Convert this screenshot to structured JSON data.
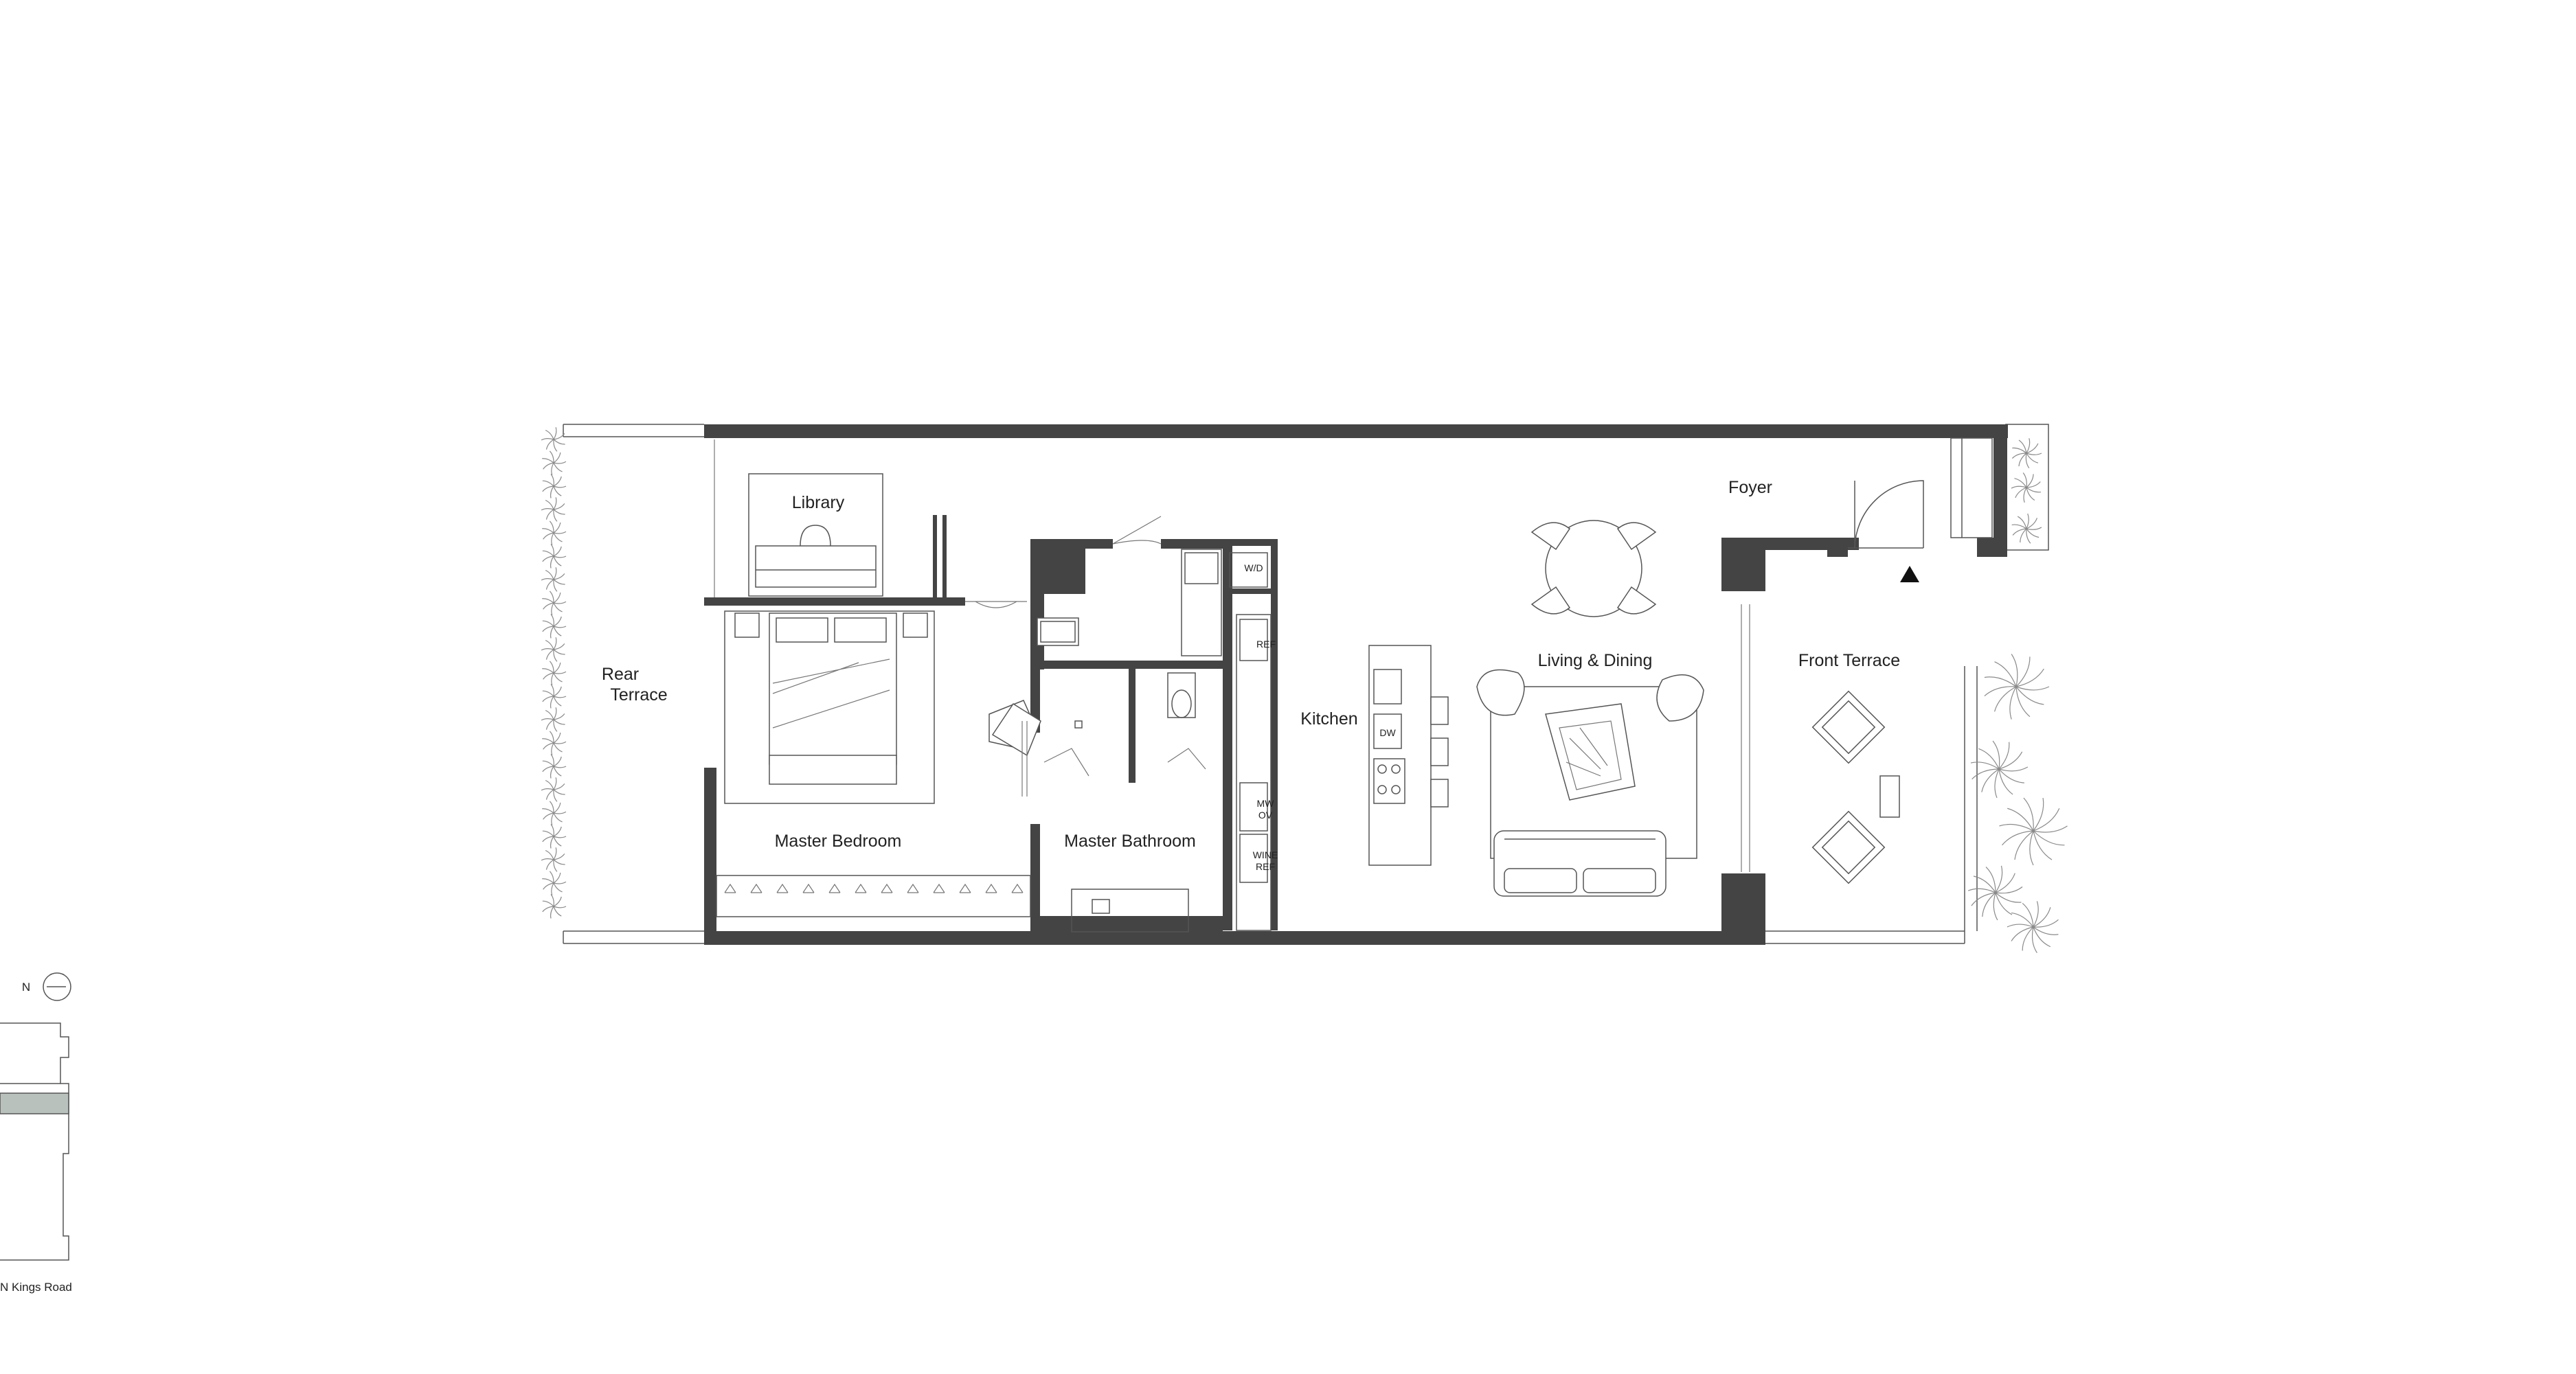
{
  "rooms": {
    "library": "Library",
    "rear_terrace": [
      "Rear",
      "Terrace"
    ],
    "master_bedroom": "Master Bedroom",
    "master_bathroom": "Master Bathroom",
    "kitchen": "Kitchen",
    "living_dining": "Living & Dining",
    "foyer": "Foyer",
    "front_terrace": "Front Terrace"
  },
  "appliances": {
    "washer_dryer": "W/D",
    "refrigerator": "REF",
    "microwave_oven": [
      "MW",
      "OV"
    ],
    "wine_ref": [
      "WINE",
      "REF"
    ],
    "dishwasher": "DW"
  },
  "key_plan": {
    "north": "N",
    "street": "N Kings Road"
  },
  "colors": {
    "wall": "#444444",
    "line": "#555555",
    "highlight": "#b9c1bd"
  }
}
